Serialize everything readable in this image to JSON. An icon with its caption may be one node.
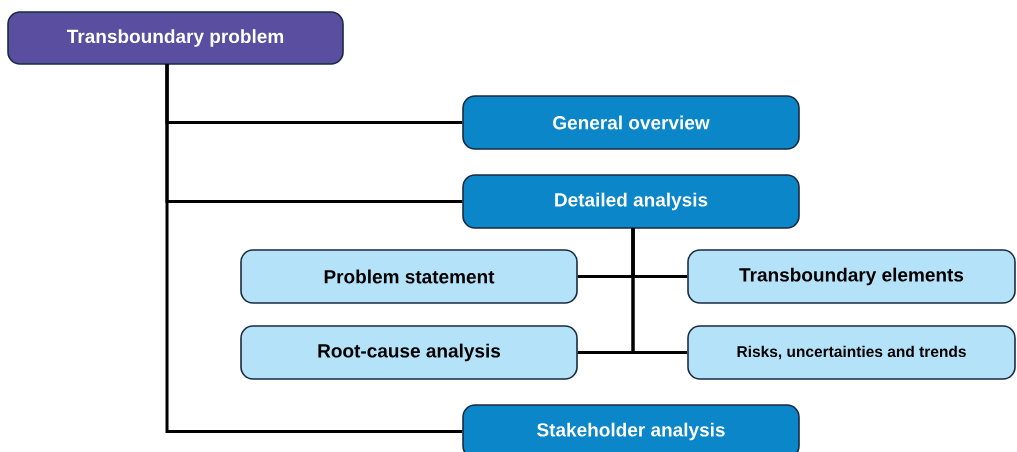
{
  "diagram": {
    "nodes": [
      {
        "text": [
          "Transboundary problem"
        ]
      },
      {
        "text": [
          "General overview"
        ]
      },
      {
        "text": [
          "Detailed analysis"
        ]
      },
      {
        "text": [
          "Problem statement"
        ]
      },
      {
        "text": [
          "Transboundary elements"
        ]
      },
      {
        "text": [
          "Root-cause analysis"
        ]
      },
      {
        "text": [
          "Risks, uncertainties and trends"
        ]
      },
      {
        "text": [
          "Stakeholder analysis"
        ]
      }
    ],
    "edges": [
      {
        "from": 0,
        "to": 1,
        "arrow": "none"
      },
      {
        "from": 0,
        "to": 2,
        "arrow": "none"
      },
      {
        "from": 2,
        "to": 3,
        "arrow": "none"
      },
      {
        "from": 2,
        "to": 4,
        "arrow": "none"
      },
      {
        "from": 2,
        "to": 5,
        "arrow": "none"
      },
      {
        "from": 2,
        "to": 6,
        "arrow": "none"
      },
      {
        "from": 0,
        "to": 7,
        "arrow": "none"
      }
    ]
  }
}
